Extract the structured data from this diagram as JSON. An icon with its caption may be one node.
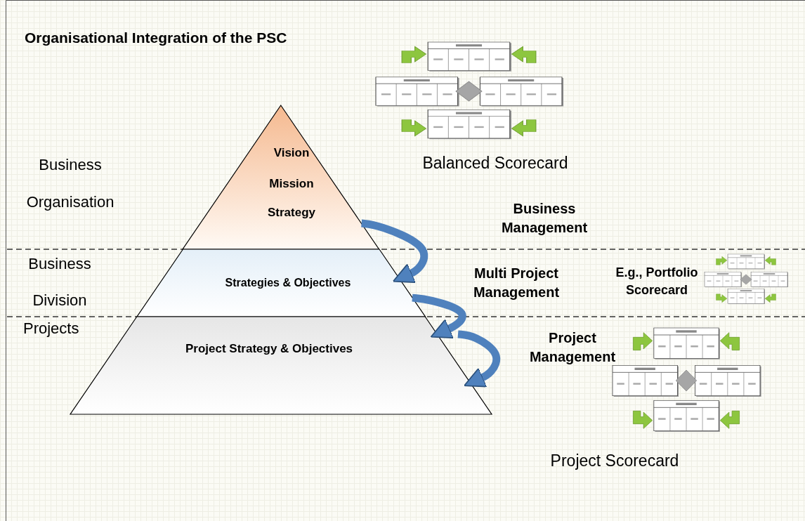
{
  "diagram": {
    "title": "Organisational Integration of the PSC",
    "nodes": [
      {
        "text": [
          "Vision",
          "Mission",
          "Strategy"
        ]
      },
      {
        "text": [
          "Strategies & Objectives"
        ]
      },
      {
        "text": [
          "Project Strategy & Objectives"
        ]
      }
    ],
    "edges": [
      {
        "from": 0,
        "to": 1,
        "arrow": "to"
      },
      {
        "from": 1,
        "to": 2,
        "arrow": "to"
      },
      {
        "from": null,
        "to": 2,
        "arrow": "to"
      }
    ],
    "labels": [
      "Business Organisation",
      "Business Division",
      "Projects",
      "Balanced Scorecard",
      "Business Management",
      "Multi Project Management",
      "E.g., Portfolio Scorecard",
      "Project Management",
      "Project Scorecard"
    ]
  }
}
